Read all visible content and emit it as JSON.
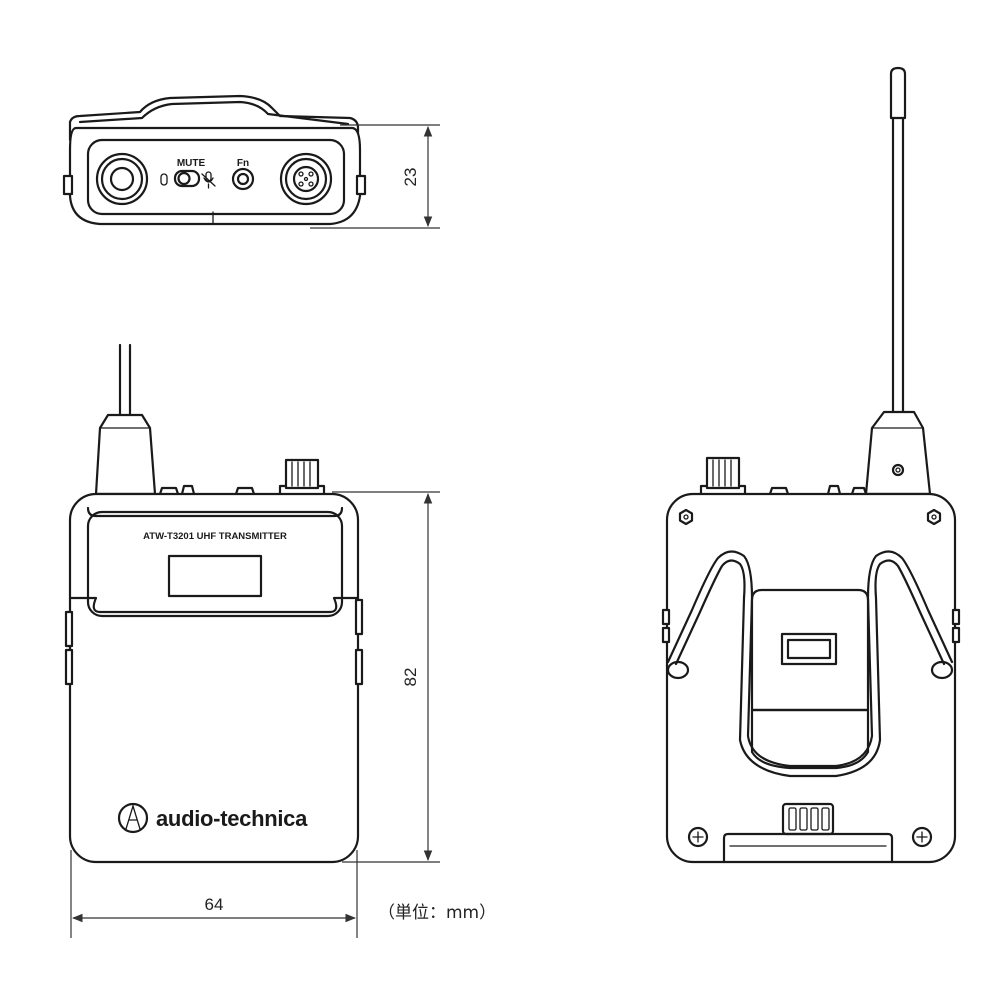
{
  "labels": {
    "mute": "MUTE",
    "fn": "Fn",
    "model": "ATW-T3201  UHF TRANSMITTER",
    "brand": "audio-technica"
  },
  "dimensions": {
    "depth": "23",
    "height": "82",
    "width": "64",
    "unit_note": "（単位：mm）"
  },
  "colors": {
    "line": "#1a1a1a",
    "background": "#ffffff"
  }
}
